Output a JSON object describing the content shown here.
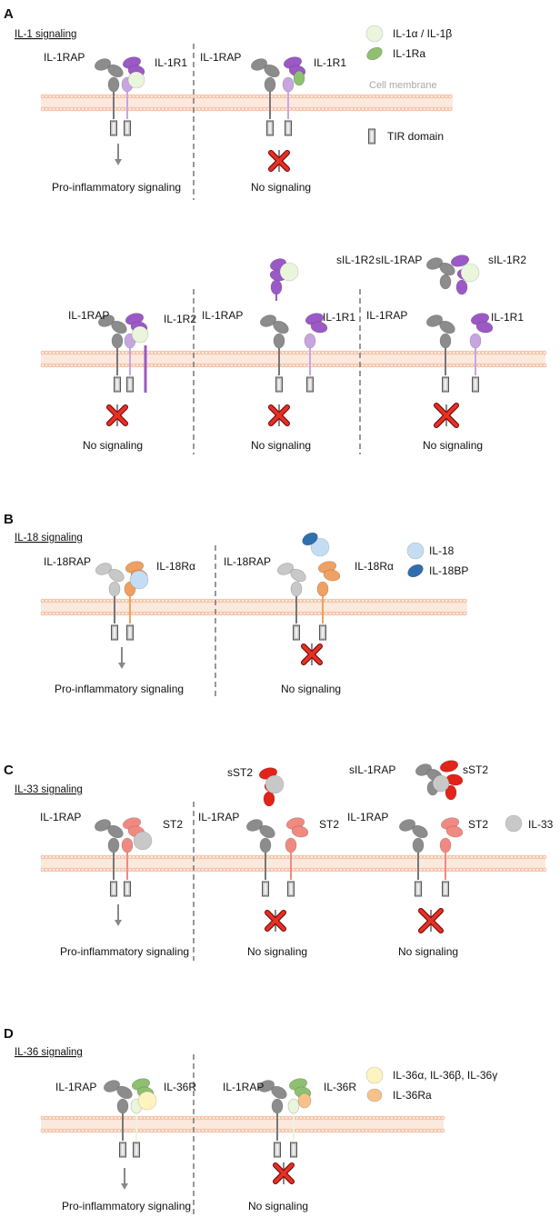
{
  "panels": {
    "a": {
      "letter": "A",
      "title": "IL-1 signaling"
    },
    "b": {
      "letter": "B",
      "title": "IL-18 signaling"
    },
    "c": {
      "letter": "C",
      "title": "IL-33 signaling"
    },
    "d": {
      "letter": "D",
      "title": "IL-36 signaling"
    }
  },
  "labels": {
    "il1rap": "IL-1RAP",
    "il1r1": "IL-1R1",
    "il1r2": "IL-1R2",
    "sil1r2": "sIL-1R2",
    "sil1rap": "sIL-1RAP",
    "il18rap": "IL-18RAP",
    "il18ra": "IL-18Rα",
    "st2": "ST2",
    "sst2": "sST2",
    "il36r": "IL-36R",
    "pro": "Pro-inflammatory signaling",
    "none": "No signaling",
    "membrane": "Cell membrane",
    "tir": "TIR domain"
  },
  "legend": {
    "il1ab": "IL-1α / IL-1β",
    "il1ra": "IL-1Ra",
    "il18": "IL-18",
    "il18bp": "IL-18BP",
    "il33": "IL-33",
    "il36agb": "IL-36α, IL-36β, IL-36γ",
    "il36ra": "IL-36Ra"
  },
  "colors": {
    "gray": "#8c8c8c",
    "light_gray": "#c8c8c8",
    "purple": "#9b59c6",
    "light_purple": "#c7a6e0",
    "orange": "#f0a060",
    "red": "#e2231a",
    "light_red": "#f08a80",
    "green": "#8fbf70",
    "light_green": "#eaf6dc",
    "light_blue": "#c4ddf2",
    "dark_blue": "#2f6fb0",
    "pale_yellow": "#fff3c0",
    "light_orange": "#f7c28a",
    "membrane": "#f9d7c2"
  }
}
